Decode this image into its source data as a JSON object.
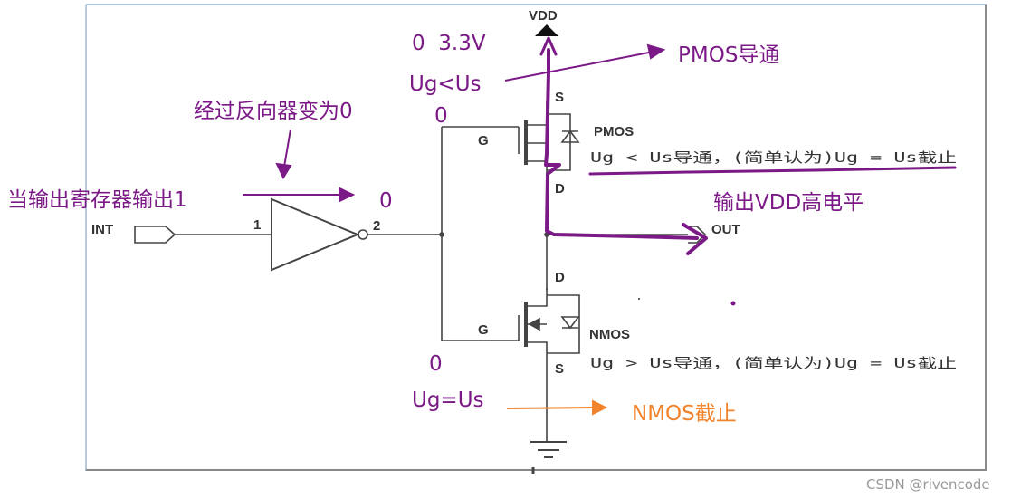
{
  "schematic": {
    "vdd_label": "VDD",
    "int_label": "INT",
    "pin1_label": "1",
    "pin2_label": "2",
    "out_label": "OUT",
    "pmos_label": "PMOS",
    "nmos_label": "NMOS",
    "gate_label_top": "G",
    "gate_label_bottom": "G",
    "pmos_source_label": "S",
    "pmos_drain_label": "D",
    "nmos_drain_label": "D",
    "nmos_source_label": "S",
    "pmos_note": "Ug < Us导通，(简单认为)Ug = Us截止",
    "nmos_note": "Ug > Us导通，(简单认为)Ug = Us截止"
  },
  "annotations": {
    "vdd_voltage": "0  3.3V",
    "pmos_condition": "Ug<Us",
    "pmos_on": "PMOS导通",
    "inverter_note": "经过反向器变为0",
    "gate_zero_top": "0",
    "register_output": "当输出寄存器输出1",
    "inverter_out_zero": "0",
    "output_high": "输出VDD高电平",
    "gate_zero_bottom": "0",
    "nmos_condition": "Ug=Us",
    "nmos_off": "NMOS截止"
  },
  "colors": {
    "annotation_purple": "#7b1a87",
    "annotation_orange": "#f0832b",
    "schematic_line": "#444444"
  },
  "watermark": "CSDN @rivencode"
}
